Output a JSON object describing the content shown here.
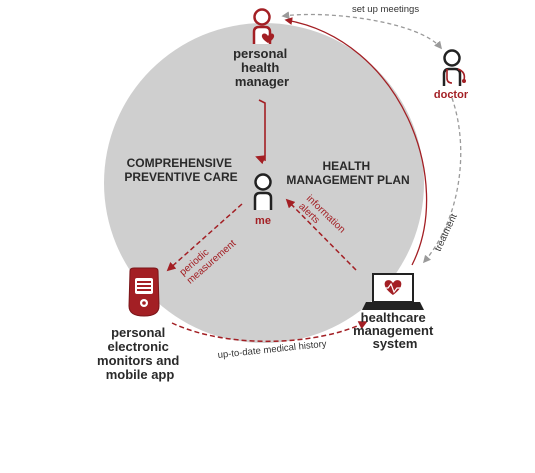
{
  "colors": {
    "accent": "#a31f24",
    "circle": "#cfcfcf",
    "text": "#2a2a2a",
    "dashed_gray": "#9a9a9a"
  },
  "nodes": {
    "personal_health_manager": {
      "lines": [
        "personal",
        "health",
        "manager"
      ],
      "icon": "person-heart-icon"
    },
    "doctor": {
      "label": "doctor",
      "icon": "doctor-stethoscope-icon"
    },
    "me": {
      "label": "me",
      "icon": "person-icon"
    },
    "monitors": {
      "lines": [
        "personal",
        "electronic",
        "monitors and",
        "mobile app"
      ],
      "icon": "monitor-device-icon"
    },
    "healthcare_system": {
      "lines": [
        "healthcare",
        "management",
        "system"
      ],
      "icon": "laptop-heart-icon"
    }
  },
  "regions": {
    "preventive_care": [
      "COMPREHENSIVE",
      "PREVENTIVE CARE"
    ],
    "management_plan": [
      "HEALTH",
      "MANAGEMENT PLAN"
    ]
  },
  "edges": {
    "set_up_meetings": "set up meetings",
    "treatment": "treatment",
    "up_to_date_history": "up-to-date medical history",
    "periodic_measurement": [
      "periodic",
      "measurement"
    ],
    "information_alerts": [
      "information",
      "alerts"
    ]
  }
}
